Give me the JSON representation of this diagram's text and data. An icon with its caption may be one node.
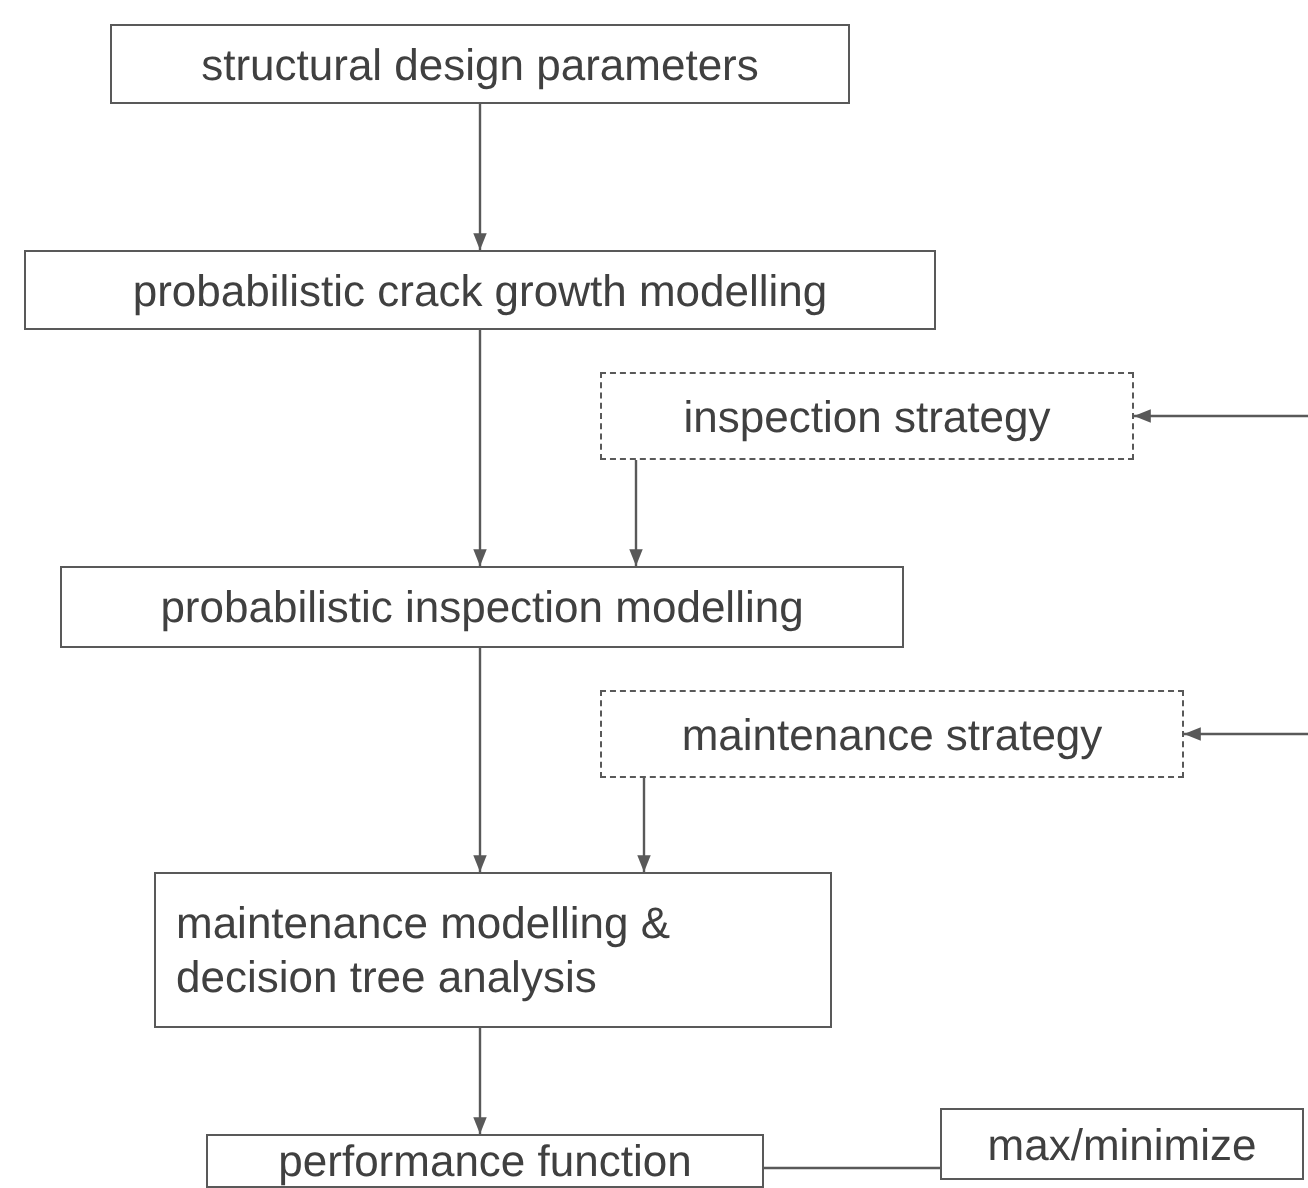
{
  "diagram": {
    "nodes": [
      {
        "text": [
          "structural design parameters"
        ]
      },
      {
        "text": [
          "probabilistic crack growth modelling"
        ]
      },
      {
        "text": [
          "inspection strategy"
        ]
      },
      {
        "text": [
          "probabilistic inspection modelling"
        ]
      },
      {
        "text": [
          "maintenance strategy"
        ]
      },
      {
        "text": [
          "maintenance modelling & decision tree analysis"
        ]
      },
      {
        "text": [
          "max/minimize"
        ]
      },
      {
        "text": [
          "performance function"
        ]
      }
    ],
    "edges": [
      {
        "from": 0,
        "to": 1,
        "arrow": "to"
      },
      {
        "from": 1,
        "to": 3,
        "arrow": "to"
      },
      {
        "from": 2,
        "to": 3,
        "arrow": "to"
      },
      {
        "from": null,
        "to": 2,
        "arrow": "to"
      },
      {
        "from": 3,
        "to": 5,
        "arrow": "to"
      },
      {
        "from": 4,
        "to": 5,
        "arrow": "to"
      },
      {
        "from": null,
        "to": 4,
        "arrow": "to"
      },
      {
        "from": 5,
        "to": 7,
        "arrow": "to"
      },
      {
        "from": 7,
        "to": 6,
        "arrow": "none"
      }
    ]
  }
}
